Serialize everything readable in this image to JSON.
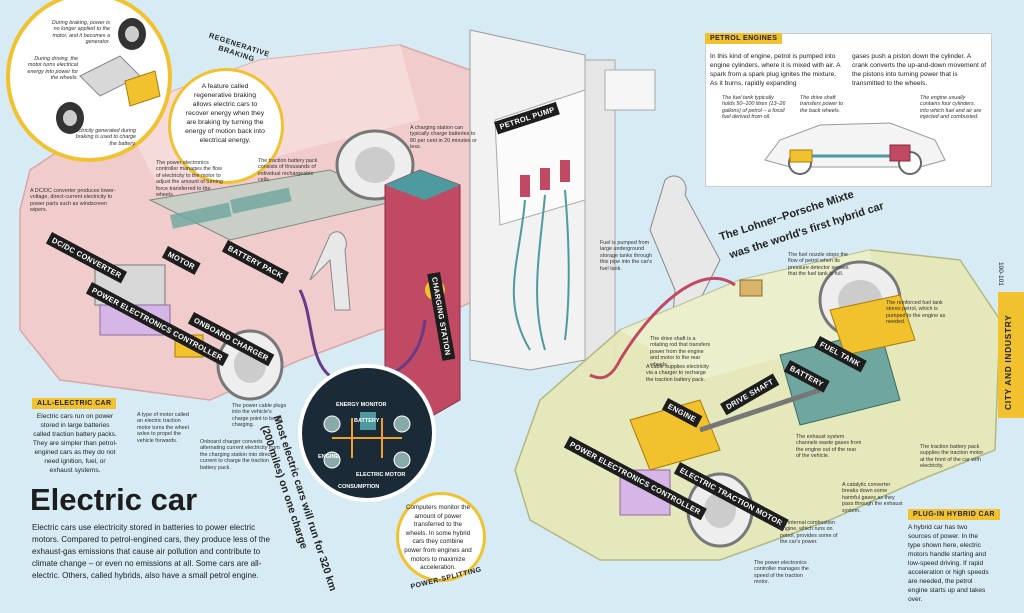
{
  "page": {
    "number": "100-101",
    "section": "CITY AND INDUSTRY",
    "title": "Electric car",
    "intro": "Electric cars use electricity stored in batteries to power electric motors. Compared to petrol-engined cars, they produce less of the exhaust-gas emissions that cause air pollution and contribute to climate change – or even no emissions at all. Some cars are all-electric. Others, called hybrids, also have a small petrol engine."
  },
  "regen": {
    "heading": "REGENERATIVE BRAKING",
    "text": "A feature called regenerative braking allows electric cars to recover energy when they are braking by turning the energy of motion back into electrical energy.",
    "note_braking": "During braking, power is no longer applied to the motor, and it becomes a generator.",
    "note_driving": "During driving, the motor turns electrical energy into power for the wheels.",
    "note_generated": "Electricity generated during braking is used to charge the battery."
  },
  "all_electric": {
    "heading": "ALL-ELECTRIC CAR",
    "text": "Electric cars run on power stored in large batteries called traction battery packs. They are simpler than petrol-engined cars as they do not need ignition, fuel, or exhaust systems."
  },
  "petrol": {
    "heading": "PETROL ENGINES",
    "text_left": "In this kind of engine, petrol is pumped into engine cylinders, where it is mixed with air. A spark from a spark plug ignites the mixture. As it burns, rapidly expanding",
    "text_right": "gases push a piston down the cylinder. A crank converts the up-and-down movement of the pistons into turning power that is transmitted to the wheels.",
    "note_tank": "The fuel tank typically holds 50–100 litres (13–26 gallons) of petrol – a fossil fuel derived from oil.",
    "note_shaft": "The drive shaft transfers power to the back wheels.",
    "note_engine": "The engine usually contains four cylinders, into which fuel and air are injected and combusted."
  },
  "hybrid": {
    "heading": "PLUG-IN HYBRID CAR",
    "text": "A hybrid car has two sources of power. In the type shown here, electric motors handle starting and low-speed driving. If rapid acceleration or high speeds are needed, the petrol engine starts up and takes over.",
    "title_line1": "The Lohner–Porsche Mixte",
    "title_line2": "was the world's first hybrid car"
  },
  "power_split": {
    "heading": "POWER-SPLITTING",
    "text": "Computers monitor the amount of power transferred to the wheels. In some hybrid cars they combine power from engines and motors to maximize acceleration.",
    "screen_energy": "ENERGY MONITOR",
    "screen_battery": "BATTERY",
    "screen_engine": "ENGINE",
    "screen_motor": "ELECTRIC MOTOR",
    "screen_consumption": "CONSUMPTION"
  },
  "range_banner": {
    "line1": "Most electric cars will run for 320 km",
    "line2": "(200 miles) on one charge"
  },
  "tags": {
    "dcdc": "DC/DC CONVERTER",
    "motor": "MOTOR",
    "battery_pack": "BATTERY PACK",
    "pec": "POWER ELECTRONICS CONTROLLER",
    "onboard": "ONBOARD CHARGER",
    "charging": "CHARGING STATION",
    "pump": "PETROL PUMP",
    "engine": "ENGINE",
    "drive_shaft": "DRIVE SHAFT",
    "battery": "BATTERY",
    "fuel_tank": "FUEL TANK",
    "pec2": "POWER ELECTRONICS CONTROLLER",
    "etm": "ELECTRIC TRACTION MOTOR"
  },
  "notes": {
    "dcdc": "A DC/DC converter produces lower-voltage, direct-current electricity to power parts such as windscreen wipers.",
    "pec": "The power electronics controller manages the flow of electricity to the motor to adjust the amount of turning force transferred to the wheels.",
    "traction": "The traction battery pack consists of thousands of individual rechargeable cells.",
    "station": "A charging station can typically charge batteries to 80 per cent in 20 minutes or less.",
    "motor_type": "A type of motor called an electric traction motor turns the wheel axles to propel the vehicle forwards.",
    "cable": "The power cable plugs into the vehicle's charge point to begin charging.",
    "onboard": "Onboard charger converts alternating current electricity from the charging station into direct current to charge the traction battery pack.",
    "fuel_pumped": "Fuel is pumped from large underground storage tanks through this pipe into the car's fuel tank.",
    "nozzle": "The fuel nozzle stops the flow of petrol when its pressure detector senses that the fuel tank is full.",
    "reinforced": "The reinforced fuel tank stores petrol, which is pumped to the engine as needed.",
    "drive_shaft": "The drive shaft is a rotating rod that transfers power from the engine and motor to the rear wheels.",
    "cable_h": "A cable supplies electricity via a charger to recharge the traction battery pack.",
    "exhaust": "The exhaust system channels waste gases from the engine out of the rear of the vehicle.",
    "traction_h": "The traction battery pack supplies the traction motor at the front of the car with electricity.",
    "catalytic": "A catalytic converter breaks down some harmful gases as they pass through the exhaust system.",
    "ice": "An internal combustion engine, which runs on petrol, provides some of the car's power.",
    "pec_h": "The power electronics controller manages the speed of the traction motor."
  }
}
